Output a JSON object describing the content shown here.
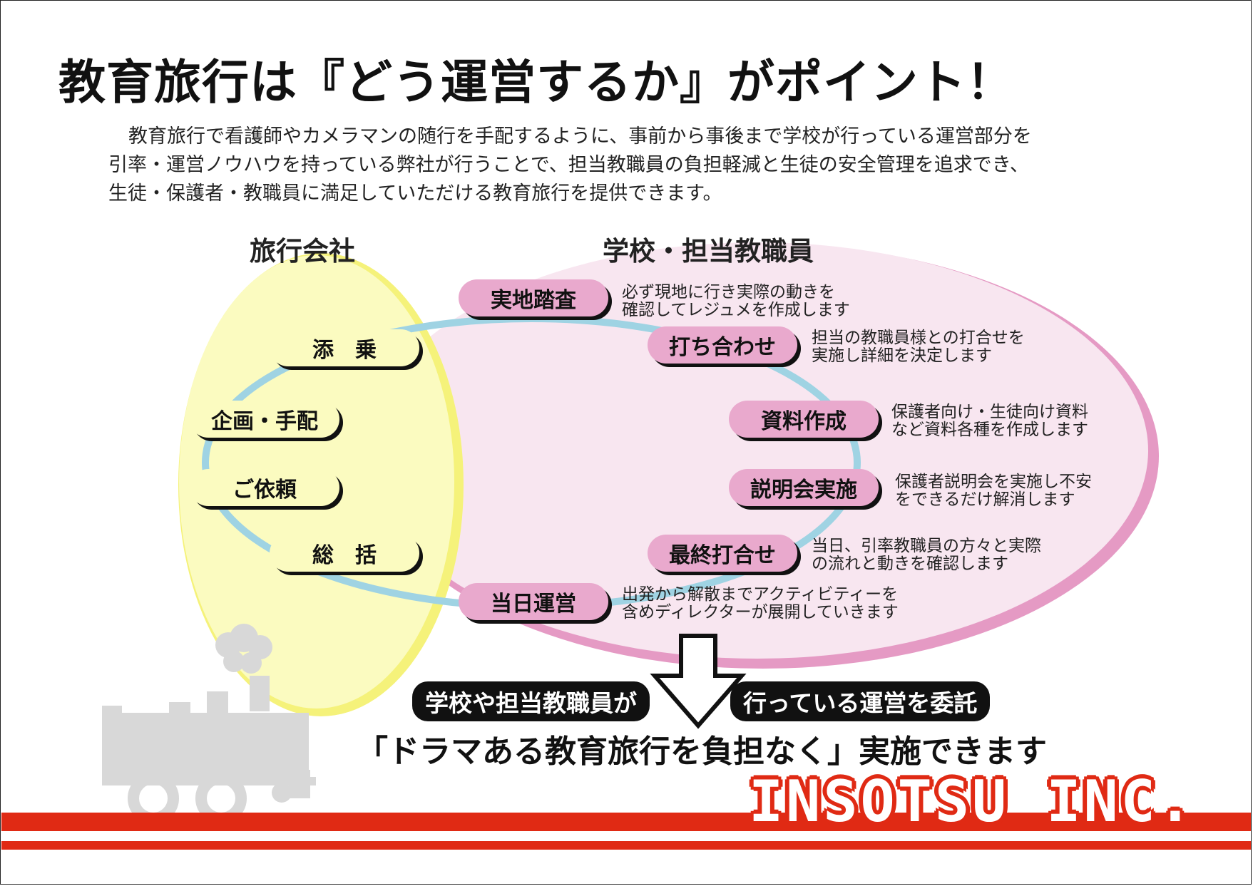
{
  "title": "教育旅行は『どう運営するか』がポイント！",
  "intro": [
    "教育旅行で看護師やカメラマンの随行を手配するように、事前から事後まで学校が行っている運営部分を",
    "引率・運営ノウハウを持っている弊社が行うことで、担当教職員の負担軽減と生徒の安全管理を追求でき、",
    "生徒・保護者・教職員に満足していただける教育旅行を提供できます。"
  ],
  "columns": {
    "travel_company": "旅行会社",
    "school": "学校・担当教職員"
  },
  "travel_steps": [
    "添　乗",
    "企画・手配",
    "ご依頼",
    "総　括"
  ],
  "school_steps": [
    {
      "label": "実地踏査",
      "desc": [
        "必ず現地に行き実際の動きを",
        "確認してレジュメを作成します"
      ]
    },
    {
      "label": "打ち合わせ",
      "desc": [
        "担当の教職員様との打合せを",
        "実施し詳細を決定します"
      ]
    },
    {
      "label": "資料作成",
      "desc": [
        "保護者向け・生徒向け資料",
        "など資料各種を作成します"
      ]
    },
    {
      "label": "説明会実施",
      "desc": [
        "保護者説明会を実施し不安",
        "をできるだけ解消します"
      ]
    },
    {
      "label": "最終打合せ",
      "desc": [
        "当日、引率教職員の方々と実際",
        "の流れと動きを確認します"
      ]
    },
    {
      "label": "当日運営",
      "desc": [
        "出発から解散までアクティビティーを",
        "含めディレクターが展開していきます"
      ]
    }
  ],
  "arrow_left_label": "学校や担当教職員が",
  "arrow_right_label": "行っている運営を委託",
  "result": "「ドラマある教育旅行を負担なく」実施できます",
  "logo": "INSOTSU INC.",
  "colors": {
    "yellow_fill": "#fbfbc0",
    "yellow_stroke": "#f5f27a",
    "pink_fill": "#f8e6f0",
    "pink_stroke": "#e59ac4",
    "pink_pill": "#e9a9cd",
    "cycle": "#9fd3e3",
    "stripe": "#e02a14",
    "train": "#d8d8d8"
  },
  "icons": [
    "steam-train-icon",
    "down-arrow-icon"
  ]
}
